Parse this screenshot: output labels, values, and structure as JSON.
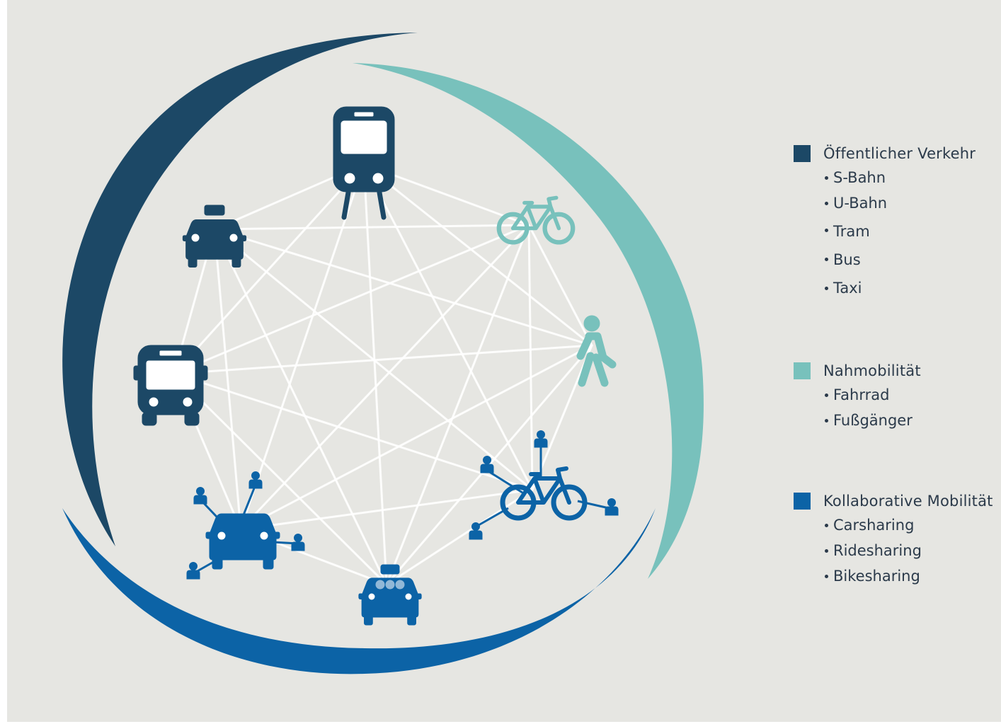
{
  "colors": {
    "dark": "#1c4866",
    "teal": "#78c1bc",
    "blue": "#0c63a6",
    "network": "#ffffff",
    "background": "#e6e6e2"
  },
  "nodes": [
    {
      "id": "train",
      "icon": "train-icon",
      "group": "dark"
    },
    {
      "id": "bicycle",
      "icon": "bicycle-icon",
      "group": "teal"
    },
    {
      "id": "pedestrian",
      "icon": "pedestrian-icon",
      "group": "teal"
    },
    {
      "id": "bikesharing",
      "icon": "bikesharing-icon",
      "group": "blue"
    },
    {
      "id": "ridesharing",
      "icon": "ridesharing-icon",
      "group": "blue"
    },
    {
      "id": "carsharing",
      "icon": "carsharing-icon",
      "group": "blue"
    },
    {
      "id": "bus",
      "icon": "bus-icon",
      "group": "dark"
    },
    {
      "id": "taxi",
      "icon": "taxi-icon",
      "group": "dark"
    }
  ],
  "legend": [
    {
      "key": "dark",
      "title": "Öffentlicher Verkehr",
      "items": [
        "S-Bahn",
        "U-Bahn",
        "Tram",
        "Bus",
        "Taxi"
      ]
    },
    {
      "key": "teal",
      "title": "Nahmobilität",
      "items": [
        "Fahrrad",
        "Fußgänger"
      ]
    },
    {
      "key": "blue",
      "title": "Kollaborative Mobilität",
      "items": [
        "Carsharing",
        "Ridesharing",
        "Bikesharing"
      ]
    }
  ]
}
